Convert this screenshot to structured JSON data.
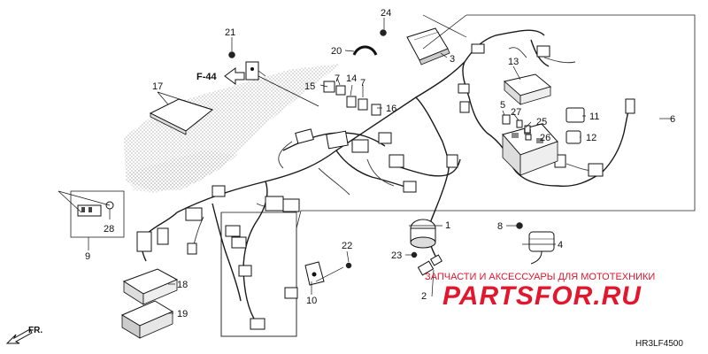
{
  "diagram": {
    "callouts": [
      "1",
      "2",
      "3",
      "4",
      "5",
      "6",
      "7",
      "7",
      "8",
      "9",
      "10",
      "11",
      "12",
      "13",
      "14",
      "15",
      "16",
      "17",
      "18",
      "19",
      "20",
      "21",
      "22",
      "23",
      "24",
      "25",
      "26",
      "27",
      "28"
    ],
    "ref_label": "F-44",
    "direction_label": "FR.",
    "drawing_code": "HR3LF4500"
  },
  "watermark": {
    "tagline": "ЗАПЧАСТИ И АКСЕССУАРЫ ДЛЯ МОТОТЕХНИКИ",
    "brand": "PARTSFOR.RU"
  }
}
